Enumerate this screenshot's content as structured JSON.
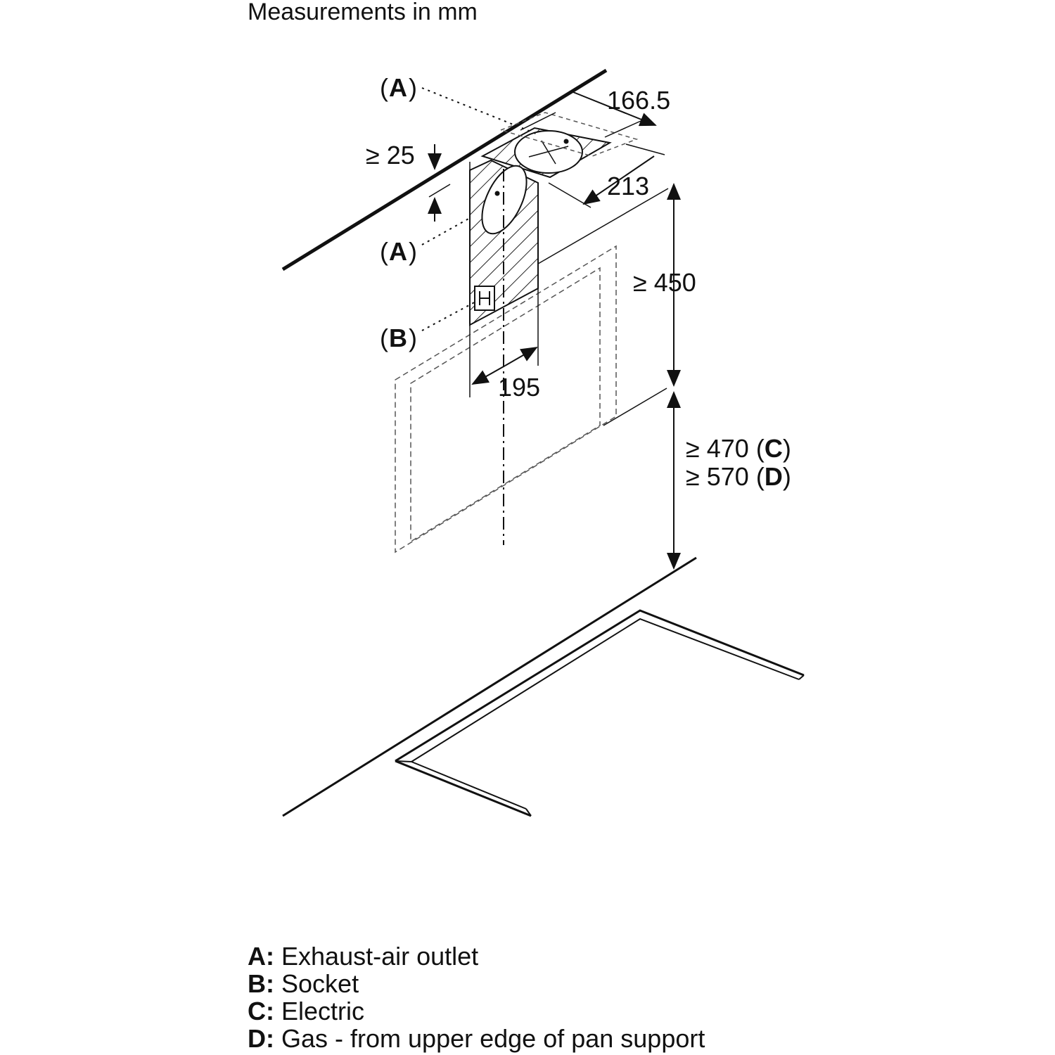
{
  "heading": "Measurements in mm",
  "labels": {
    "a_top": "A",
    "a_mid": "A",
    "b": "B"
  },
  "dimensions": {
    "top_depth": "166.5",
    "top_width": "213",
    "clearance_ceiling": "≥ 25",
    "socket_height": "≥ 450",
    "niche_width": "195",
    "hob_clearance_c": "≥ 470",
    "hob_clearance_c_key": "C",
    "hob_clearance_d": "≥ 570",
    "hob_clearance_d_key": "D"
  },
  "legend": [
    {
      "key": "A:",
      "text": "Exhaust-air outlet"
    },
    {
      "key": "B:",
      "text": "Socket"
    },
    {
      "key": "C:",
      "text": "Electric"
    },
    {
      "key": "D:",
      "text": "Gas - from upper edge of pan support"
    }
  ]
}
